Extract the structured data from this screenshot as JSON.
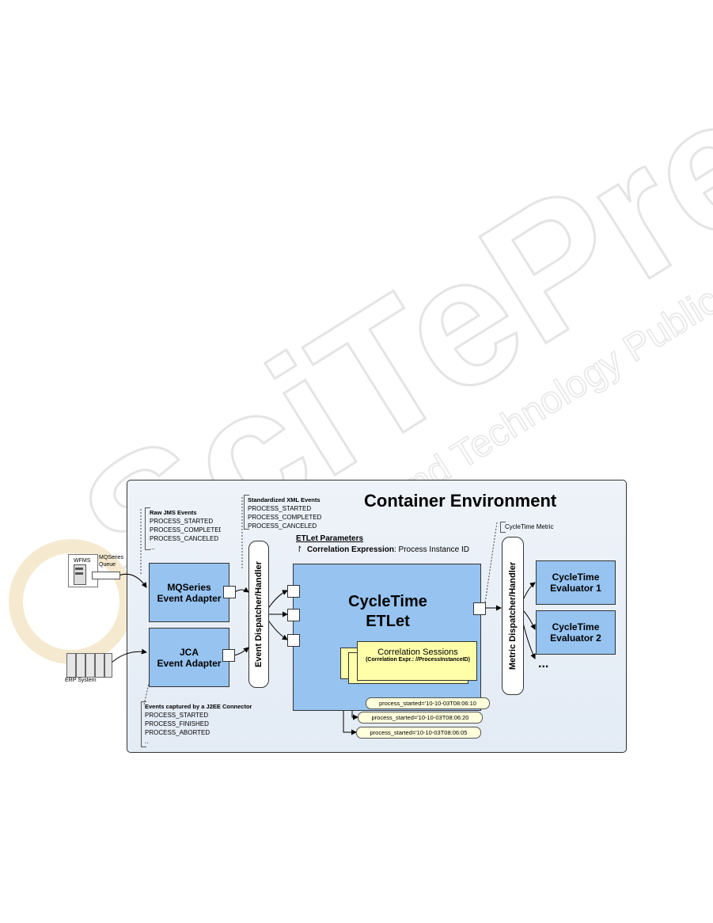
{
  "watermark": {
    "brand": "SciTePress",
    "tagline": "Science and Technology Publications"
  },
  "diagram": {
    "title": "Container Environment",
    "sources": {
      "wfms_label": "WFMS",
      "queue_label": "MQSeries Queue",
      "erp_label": "ERP System"
    },
    "raw_events": {
      "heading": "Raw JMS Events",
      "items": [
        "PROCESS_STARTED",
        "PROCESS_COMPLETED",
        "PROCESS_CANCELED",
        "..."
      ]
    },
    "std_events": {
      "heading": "Standardized XML Events",
      "items": [
        "PROCESS_STARTED",
        "PROCESS_COMPLETED",
        "PROCESS_CANCELED"
      ]
    },
    "j2ee_events": {
      "heading": "Events captured by a J2EE Connector",
      "items": [
        "PROCESS_STARTED",
        "PROCESS_FINISHED",
        "PROCESS_ABORTED",
        ".."
      ]
    },
    "adapters": {
      "mq_line1": "MQSeries",
      "mq_line2": "Event Adapter",
      "jca_line1": "JCA",
      "jca_line2": "Event Adapter"
    },
    "event_dispatcher": "Event Dispatcher/Handler",
    "metric_dispatcher": "Metric Dispatcher/Handler",
    "etlet": {
      "line1": "CycleTime",
      "line2": "ETLet",
      "params_heading": "ETLet Parameters",
      "param_key": "Correlation Expression",
      "param_value": ": Process Instance ID"
    },
    "sessions": {
      "title": "Correlation Sessions",
      "subtitle": "(Correlation Expr.: //ProcessInstanceID)",
      "timestamps": [
        "process_started='10-10-03T08:06:10",
        "process_started='10-10-03T08:06:20",
        "process_started='10-10-03T08:06:05"
      ]
    },
    "metric_label": "CycleTime Metric",
    "evaluators": {
      "e1_line1": "CycleTime",
      "e1_line2": "Evaluator 1",
      "e2_line1": "CycleTime",
      "e2_line2": "Evaluator 2",
      "more": "..."
    },
    "colors": {
      "component_fill": "#96c3f0",
      "session_fill": "#ffffaa",
      "container_fill": "#e6edf6",
      "watermark": "#e4e4e4",
      "watermark_accent": "#f5ead0"
    }
  }
}
